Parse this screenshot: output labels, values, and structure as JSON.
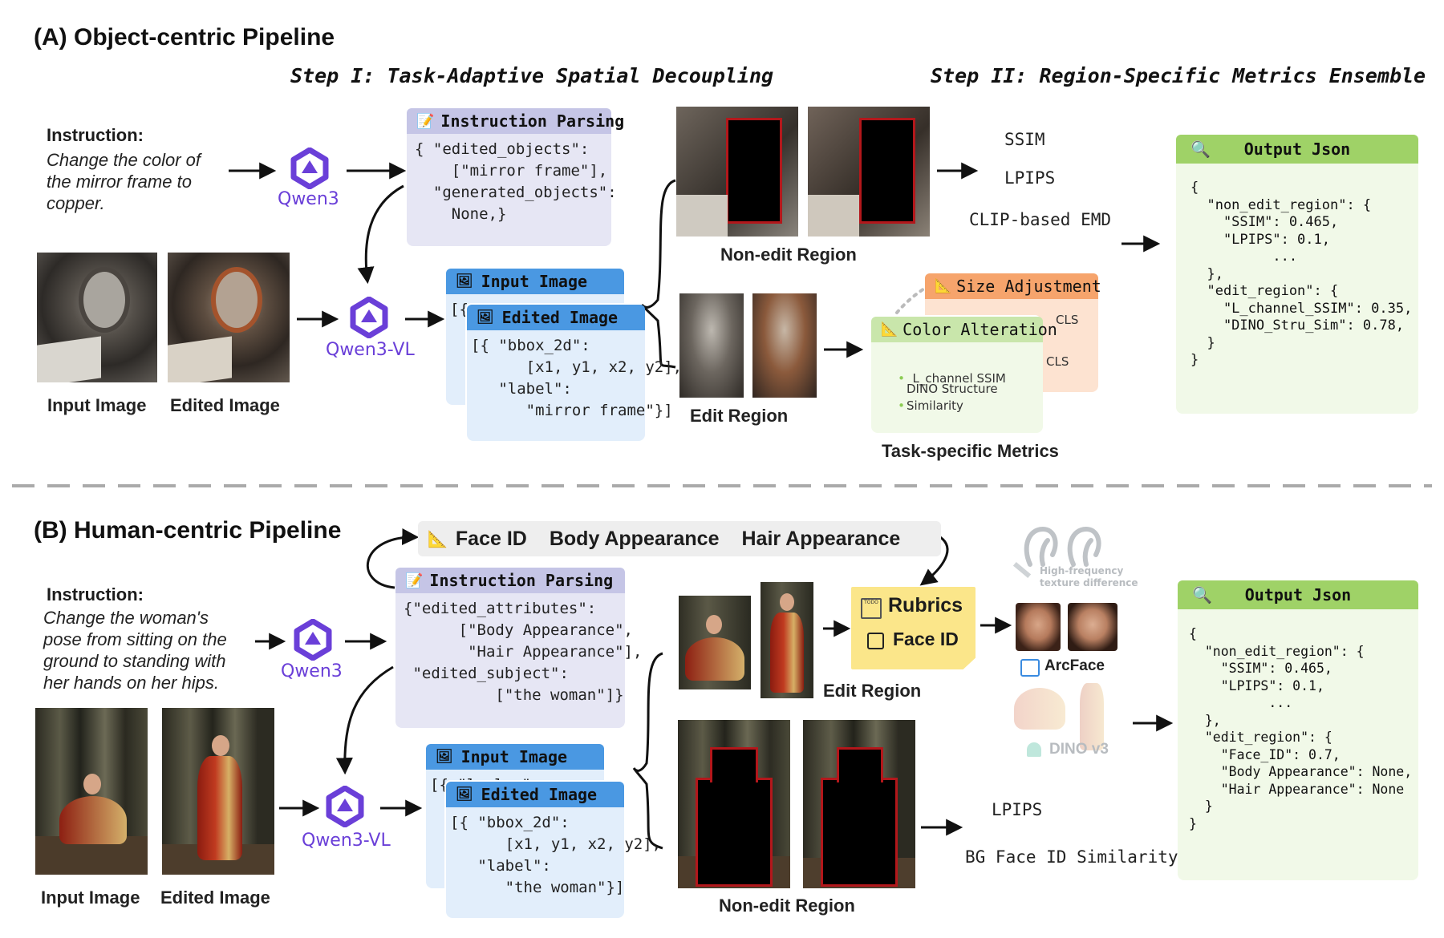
{
  "section_a": {
    "title": "(A) Object-centric Pipeline",
    "step1": "Step I: Task-Adaptive Spatial Decoupling",
    "step2": "Step II: Region-Specific Metrics Ensemble",
    "instruction_label": "Instruction:",
    "instruction_lines": [
      "Change the color of",
      "the mirror frame to",
      "copper."
    ],
    "model_llm": "Qwen3",
    "model_vlm": "Qwen3-VL",
    "input_caption": "Input Image",
    "edited_caption": "Edited Image",
    "parsing_title": "Instruction Parsing",
    "parsing_body": "{ \"edited_objects\":\n    [\"mirror frame\"],\n  \"generated_objects\":\n    None,}",
    "input_card_title": "Input Image",
    "input_card_peek": "[{ \"l  l  \":",
    "edited_card_title": "Edited Image",
    "edited_card_body": "[{ \"bbox_2d\":\n      [x1, y1, x2, y2],\n   \"label\":\n      \"mirror frame\"}]",
    "non_edit_caption": "Non-edit Region",
    "edit_caption": "Edit Region",
    "metrics": [
      "SSIM",
      "LPIPS",
      "CLIP-based EMD"
    ],
    "size_card_title": "Size Adjustment",
    "size_card_peek_1": "CLS",
    "size_card_peek_2": "CLS",
    "color_card_title": "Color Alteration",
    "color_card_items": [
      "L_channel SSIM",
      "DINO Structure\nSimilarity"
    ],
    "task_caption": "Task-specific Metrics",
    "output_title": "Output Json",
    "output_body": "{\n  \"non_edit_region\": {\n    \"SSIM\": 0.465,\n    \"LPIPS\": 0.1,\n          ...\n  },\n  \"edit_region\": {\n    \"L_channel_SSIM\": 0.35,\n    \"DINO_Stru_Sim\": 0.78,\n  }\n}"
  },
  "section_b": {
    "title": "(B) Human-centric Pipeline",
    "aspects": [
      "Face ID",
      "Body Appearance",
      "Hair Appearance"
    ],
    "instruction_label": "Instruction:",
    "instruction_lines": [
      "Change the woman's",
      "pose from sitting on the",
      "ground to standing with",
      "her hands on her hips."
    ],
    "model_llm": "Qwen3",
    "model_vlm": "Qwen3-VL",
    "input_caption": "Input Image",
    "edited_caption": "Edited Image",
    "parsing_title": "Instruction Parsing",
    "parsing_body": "{\"edited_attributes\":\n      [\"Body Appearance\",\n       \"Hair Appearance\"],\n \"edited_subject\":\n          [\"the woman\"]}",
    "input_card_title": "Input Image",
    "input_card_peek": "[{ \"l  l  \":",
    "edited_card_title": "Edited Image",
    "edited_card_body": "[{ \"bbox_2d\":\n      [x1, y1, x2, y2],\n   \"label\":\n      \"the woman\"}]",
    "edit_caption": "Edit Region",
    "non_edit_caption": "Non-edit Region",
    "rubrics_title": "Rubrics",
    "rubrics_item": "Face ID",
    "rubrics_note": "TODO",
    "hf_text": "High-frequency\ntexture difference",
    "arcface_label": "ArcFace",
    "dino_label": "DINO v3",
    "metrics": [
      "LPIPS",
      "BG Face ID Similarity"
    ],
    "output_title": "Output Json",
    "output_body": "{\n  \"non_edit_region\": {\n    \"SSIM\": 0.465,\n    \"LPIPS\": 0.1,\n          ...\n  },\n  \"edit_region\": {\n    \"Face_ID\": 0.7,\n    \"Body Appearance\": None,\n    \"Hair Appearance\": None\n  }\n}"
  },
  "colors": {
    "purple_card": "#e6e6f4",
    "purple_head": "#c5c5e6",
    "blue_card": "#e2eefb",
    "blue_head": "#4a98e2",
    "green_card": "#f1f9e8",
    "green_head": "#9fd267",
    "orange_card": "#fde3d1",
    "orange_head": "#f6a46c",
    "sticky": "#fbe68a",
    "mask_border": "#b3171b",
    "qwen": "#6a3fd8"
  }
}
